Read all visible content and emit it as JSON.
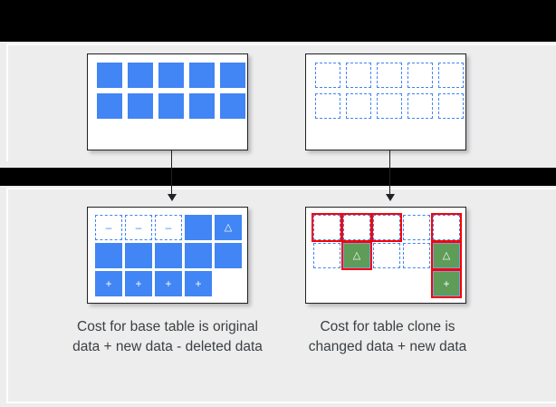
{
  "theme": {
    "background": "#EDEDEE",
    "letterbox": "#000000",
    "card_bg": "#FFFFFF",
    "card_border": "#202124",
    "blue": "#4285F4",
    "green": "#5E9C58",
    "red": "#FF0000",
    "text": "#3C4043"
  },
  "glyphs": {
    "minus": "–",
    "plus": "+",
    "delta": "△"
  },
  "tables": {
    "base_before": {
      "name": "base-table-before",
      "columns": 5,
      "rows": [
        [
          "filled",
          "filled",
          "filled",
          "filled",
          "filled"
        ],
        [
          "filled",
          "filled",
          "filled",
          "filled",
          "filled"
        ]
      ],
      "labels": [
        [
          "",
          "",
          "",
          "",
          ""
        ],
        [
          "",
          "",
          "",
          "",
          ""
        ]
      ],
      "marked": [
        [
          false,
          false,
          false,
          false,
          false
        ],
        [
          false,
          false,
          false,
          false,
          false
        ]
      ]
    },
    "clone_before": {
      "name": "clone-table-before",
      "columns": 5,
      "rows": [
        [
          "dashed",
          "dashed",
          "dashed",
          "dashed",
          "dashed"
        ],
        [
          "dashed",
          "dashed",
          "dashed",
          "dashed",
          "dashed"
        ]
      ],
      "labels": [
        [
          "",
          "",
          "",
          "",
          ""
        ],
        [
          "",
          "",
          "",
          "",
          ""
        ]
      ],
      "marked": [
        [
          false,
          false,
          false,
          false,
          false
        ],
        [
          false,
          false,
          false,
          false,
          false
        ]
      ]
    },
    "base_after": {
      "name": "base-table-after",
      "columns": 5,
      "rows": [
        [
          "dashed",
          "dashed",
          "dashed",
          "filled",
          "filled"
        ],
        [
          "filled",
          "filled",
          "filled",
          "filled",
          "filled"
        ],
        [
          "filled",
          "filled",
          "filled",
          "filled",
          "empty"
        ]
      ],
      "labels": [
        [
          "–",
          "–",
          "–",
          "",
          "△"
        ],
        [
          "",
          "",
          "",
          "",
          ""
        ],
        [
          "+",
          "+",
          "+",
          "+",
          ""
        ]
      ],
      "marked": [
        [
          false,
          false,
          false,
          false,
          false
        ],
        [
          false,
          false,
          false,
          false,
          false
        ],
        [
          false,
          false,
          false,
          false,
          false
        ]
      ]
    },
    "clone_after": {
      "name": "clone-table-after",
      "columns": 5,
      "rows": [
        [
          "dashed",
          "dashed",
          "dashed",
          "dashed",
          "dashed"
        ],
        [
          "dashed",
          "green",
          "dashed",
          "dashed",
          "green"
        ],
        [
          "empty",
          "empty",
          "empty",
          "empty",
          "green"
        ]
      ],
      "labels": [
        [
          "",
          "",
          "",
          "",
          ""
        ],
        [
          "",
          "△",
          "",
          "",
          "△"
        ],
        [
          "",
          "",
          "",
          "",
          "+"
        ]
      ],
      "marked": [
        [
          true,
          true,
          true,
          false,
          true
        ],
        [
          false,
          true,
          false,
          false,
          true
        ],
        [
          false,
          false,
          false,
          false,
          true
        ]
      ]
    }
  },
  "captions": {
    "base": "Cost for base table is original data + new data - deleted data",
    "clone": "Cost for table clone is changed data + new data"
  }
}
